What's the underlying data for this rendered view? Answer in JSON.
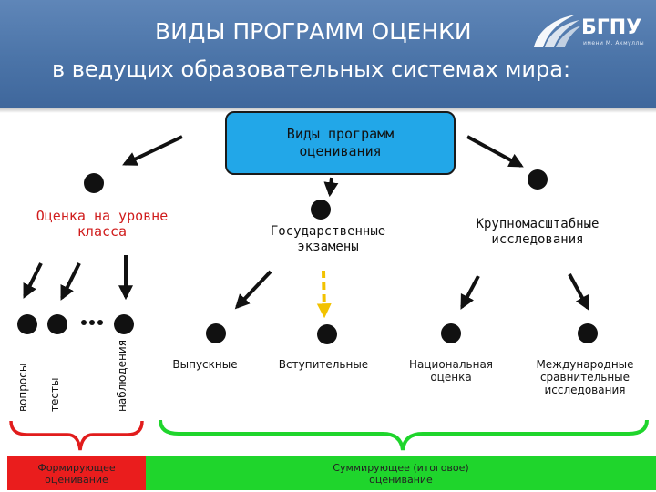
{
  "header": {
    "title_line1": "ВИДЫ ПРОГРАММ ОЦЕНКИ",
    "title_line2": "в ведущих образовательных системах мира:",
    "logo_text": "БГПУ",
    "logo_subtext": "имени М. Акмуллы"
  },
  "diagram": {
    "root": "Виды программ оценивания",
    "branches": {
      "class_level": "Оценка на уровне класса",
      "state_exams": "Государственные экзамены",
      "large_scale": "Крупномасштабные исследования"
    },
    "class_methods": [
      "вопросы",
      "тесты",
      "наблюдения"
    ],
    "exam_types": [
      "Выпускные",
      "Вступительные"
    ],
    "study_types": [
      "Национальная оценка",
      "Международные сравнительные исследования"
    ],
    "groups": {
      "formative": "Формирующее оценивание",
      "summative": "Суммирующее (итоговое) оценивание"
    },
    "colors": {
      "header_blue": "#4b74a8",
      "root_box": "#22a7e8",
      "formative": "#ea1d1d",
      "summative": "#1fd52c",
      "dashed_arrow": "#f2c200"
    }
  }
}
